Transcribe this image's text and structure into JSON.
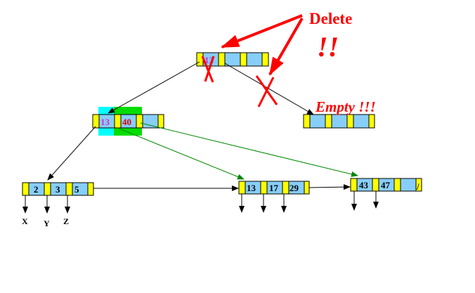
{
  "root_node": {
    "keys": [
      "13",
      "",
      ""
    ]
  },
  "internal_node": {
    "keys": [
      "13",
      "40",
      ""
    ]
  },
  "empty_node": {
    "keys": [
      "",
      "",
      ""
    ]
  },
  "leaf_1": {
    "keys": [
      "2",
      "3",
      "5"
    ],
    "child_labels": [
      "X",
      "Y",
      "Z"
    ]
  },
  "leaf_2": {
    "keys": [
      "13",
      "17",
      "29"
    ]
  },
  "leaf_3": {
    "keys": [
      "43",
      "47",
      ""
    ]
  },
  "annotations": {
    "delete": "Delete",
    "exclaim": "!!",
    "empty": "Empty !!!",
    "slash": "/"
  },
  "colors": {
    "pointer_cell": "#ffff00",
    "key_cell": "#87cefa",
    "annotation": "#ff0000",
    "highlight_cyan": "#00ffff",
    "highlight_green": "#00dd00",
    "green_pointer": "#008800"
  }
}
